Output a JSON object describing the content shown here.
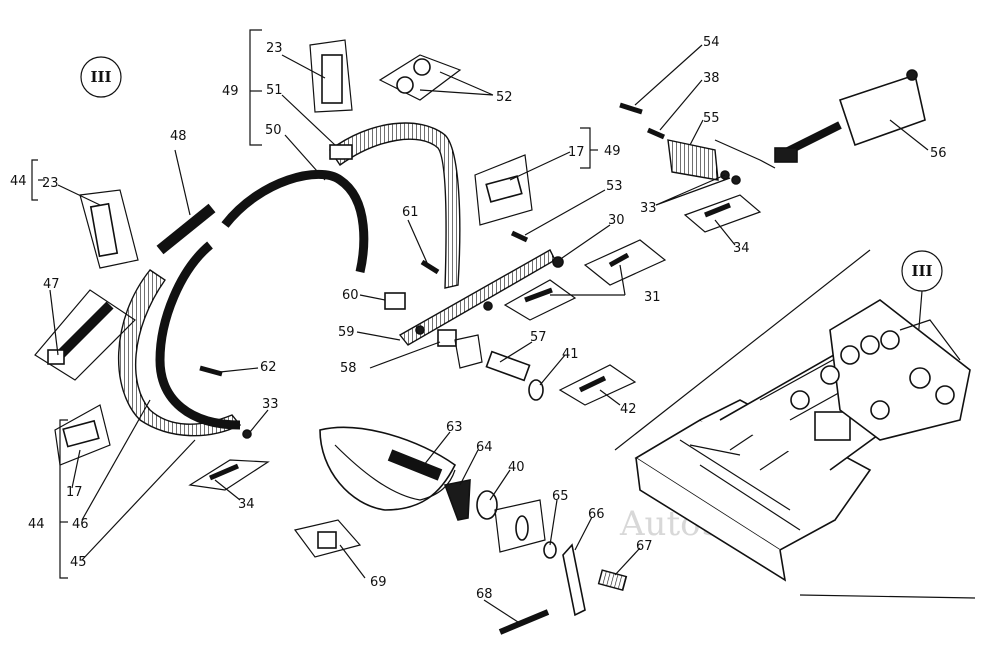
{
  "diagram": {
    "view_marker": "III",
    "view_marker_detail": "III",
    "watermark": "AutoSoft",
    "callouts": [
      "23",
      "49",
      "51",
      "50",
      "52",
      "54",
      "38",
      "55",
      "56",
      "17",
      "49",
      "53",
      "33",
      "34",
      "30",
      "61",
      "31",
      "60",
      "59",
      "58",
      "57",
      "41",
      "42",
      "48",
      "44",
      "23",
      "47",
      "62",
      "33",
      "17",
      "44",
      "46",
      "45",
      "34",
      "63",
      "64",
      "40",
      "65",
      "66",
      "67",
      "69",
      "68"
    ]
  }
}
